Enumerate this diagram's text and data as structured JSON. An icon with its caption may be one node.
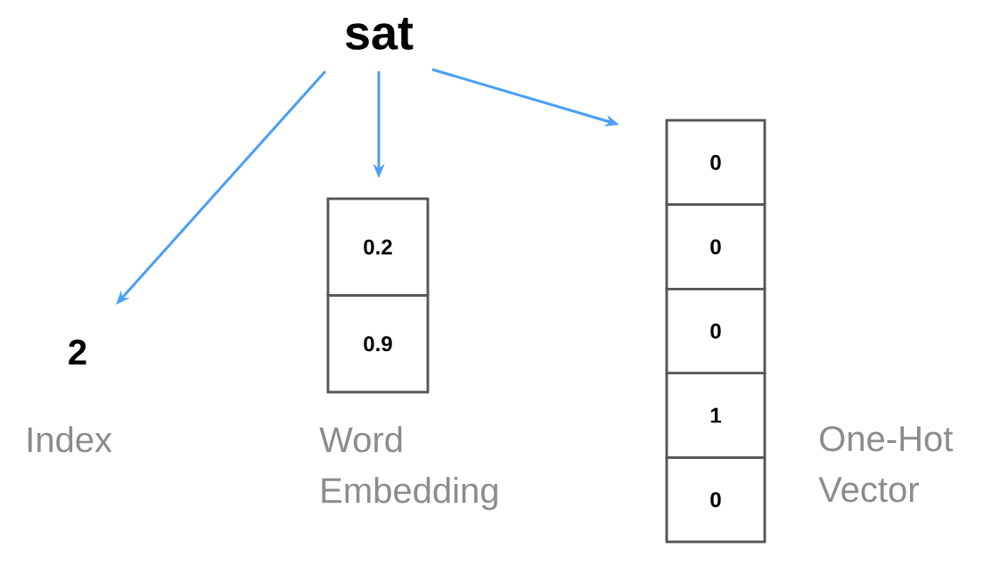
{
  "diagram": {
    "nodes": [
      {
        "text": [
          "sat"
        ]
      },
      {
        "text": [
          "2"
        ],
        "beside": [
          "Index"
        ]
      },
      {
        "text": [],
        "shape": "box",
        "beside": [
          "Word Embedding"
        ]
      },
      {
        "text": [
          "0.2"
        ],
        "in": 2
      },
      {
        "text": [
          "0.9"
        ],
        "in": 2
      },
      {
        "text": [],
        "shape": "box",
        "beside": [
          "One-Hot Vector"
        ]
      },
      {
        "text": [
          "0"
        ],
        "in": 5
      },
      {
        "text": [
          "0"
        ],
        "in": 5
      },
      {
        "text": [
          "0"
        ],
        "in": 5
      },
      {
        "text": [
          "1"
        ],
        "in": 5
      },
      {
        "text": [
          "0"
        ],
        "in": 5
      }
    ],
    "edges": [
      {
        "from": 0,
        "to": 1,
        "arrow": "to"
      },
      {
        "from": 0,
        "to": 2,
        "arrow": "to"
      },
      {
        "from": 0,
        "to": 5,
        "arrow": "to"
      }
    ]
  }
}
